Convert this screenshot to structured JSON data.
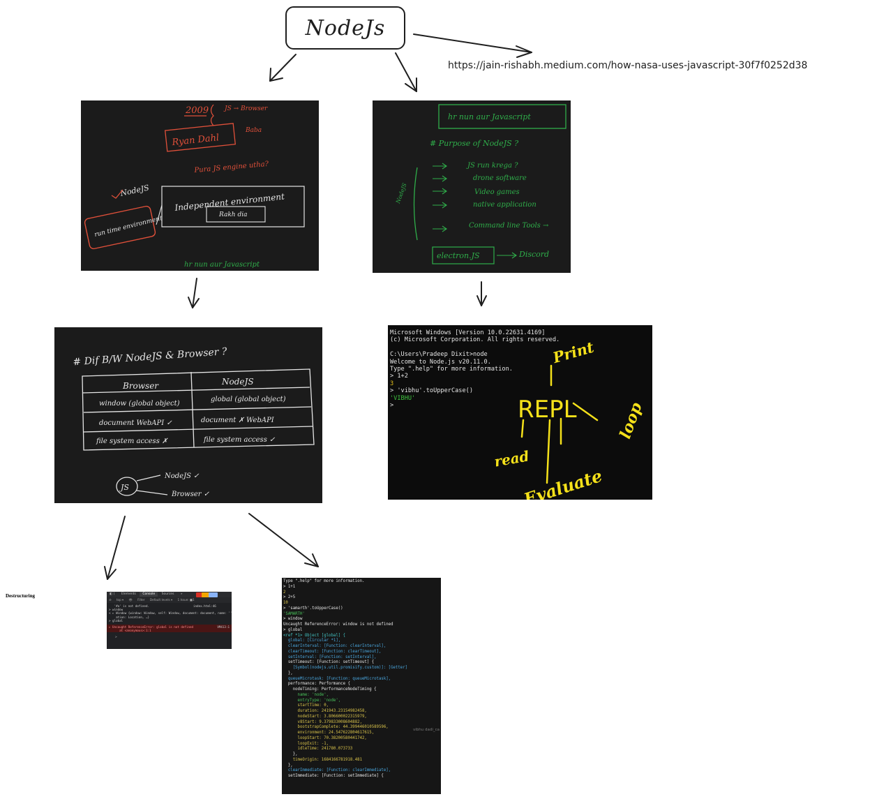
{
  "root": {
    "title": "NodeJs"
  },
  "link": {
    "url": "https://jain-rishabh.medium.com/how-nasa-uses-javascript-30f7f0252d38"
  },
  "panel_history": {
    "year": "2009",
    "js_browser": "JS → Browser",
    "ryan": "Ryan Dahl",
    "baba": "Baba",
    "engine": "Pura JS engine utha?",
    "nodejs": "NodeJS",
    "independent": "Independent environment",
    "rakh_dia": "Rakh dia",
    "runtime": "run time environment",
    "bottom": "hr nun aur Javascript"
  },
  "panel_purpose": {
    "top": "hr nun aur Javascript",
    "title": "# Purpose of NodeJS ?",
    "items": [
      "JS run krega ?",
      "drone software",
      "Video games",
      "native application",
      "Command line Tools →"
    ],
    "side": "NodeJS",
    "electron": "electron.JS",
    "discord": "Discord"
  },
  "panel_diff": {
    "title": "# Dif B/W NodeJS & Browser ?",
    "headers": [
      "Browser",
      "NodeJS"
    ],
    "rows": [
      [
        "window (global object)",
        "global (global object)"
      ],
      [
        "document WebAPI ✓",
        "document ✗ WebAPI"
      ],
      [
        "file system access ✗",
        "file system access ✓"
      ]
    ],
    "js": "JS",
    "js_targets": [
      "NodeJS ✓",
      "Browser ✓"
    ]
  },
  "panel_repl": {
    "lines": [
      "Microsoft Windows [Version 10.0.22631.4169]",
      "(c) Microsoft Corporation. All rights reserved.",
      "",
      "C:\\Users\\Pradeep Dixit>node",
      "Welcome to Node.js v20.11.0.",
      "Type \".help\" for more information.",
      "> 1+2"
    ],
    "result_1": "3",
    "cmd_2": "> 'vibhu'.toUpperCase()",
    "result_2": "'VIBHU'",
    "prompt": ">",
    "annotations": {
      "repl": "REPL",
      "read": "read",
      "evaluate": "Evaluate",
      "print": "Print",
      "loop": "loop"
    }
  },
  "panel_global": {
    "side_note": "vibhu dadi_ca",
    "lines": [
      {
        "t": "Type \".help\" for more information.",
        "c": ""
      },
      {
        "t": "> 1+1",
        "c": ""
      },
      {
        "t": "2",
        "c": "c-y"
      },
      {
        "t": "> 2+5",
        "c": ""
      },
      {
        "t": "10",
        "c": "c-y"
      },
      {
        "t": "> 'samarth'.toUpperCase()",
        "c": ""
      },
      {
        "t": "'SAMARTH'",
        "c": "c-g"
      },
      {
        "t": "> window",
        "c": ""
      },
      {
        "t": "Uncaught ReferenceError: window is not defined",
        "c": ""
      },
      {
        "t": "> global",
        "c": ""
      },
      {
        "t": "<ref *1> Object [global] {",
        "c": "c-c"
      },
      {
        "t": "  global: [Circular *1],",
        "c": "c-b"
      },
      {
        "t": "  clearInterval: [Function: clearInterval],",
        "c": "c-b"
      },
      {
        "t": "  clearTimeout: [Function: clearTimeout],",
        "c": "c-b"
      },
      {
        "t": "  setInterval: [Function: setInterval],",
        "c": "c-b"
      },
      {
        "t": "  setTimeout: [Function: setTimeout] {",
        "c": ""
      },
      {
        "t": "    [Symbol(nodejs.util.promisify.custom)]: [Getter]",
        "c": "c-b"
      },
      {
        "t": "  },",
        "c": ""
      },
      {
        "t": "  queueMicrotask: [Function: queueMicrotask],",
        "c": "c-b"
      },
      {
        "t": "  performance: Performance {",
        "c": ""
      },
      {
        "t": "    nodeTiming: PerformanceNodeTiming {",
        "c": ""
      },
      {
        "t": "      name: 'node',",
        "c": "c-g"
      },
      {
        "t": "      entryType: 'node',",
        "c": "c-g"
      },
      {
        "t": "      startTime: 0,",
        "c": "c-y"
      },
      {
        "t": "      duration: 241943.23154982458,",
        "c": "c-y"
      },
      {
        "t": "      nodeStart: 3.806600022315979,",
        "c": "c-y"
      },
      {
        "t": "      v8Start: 9.379833008604882,",
        "c": "c-y"
      },
      {
        "t": "      bootstrapComplete: 44.399446010589596,",
        "c": "c-y"
      },
      {
        "t": "      environment: 24.547622804617615,",
        "c": "c-y"
      },
      {
        "t": "      loopStart: 70.38200580441742,",
        "c": "c-y"
      },
      {
        "t": "      loopExit: -1,",
        "c": "c-y"
      },
      {
        "t": "      idleTime: 241780.073733",
        "c": "c-y"
      },
      {
        "t": "    },",
        "c": ""
      },
      {
        "t": "    timeOrigin: 1684166781918.481",
        "c": "c-y"
      },
      {
        "t": "  },",
        "c": ""
      },
      {
        "t": "  clearImmediate: [Function: clearImmediate],",
        "c": "c-b"
      },
      {
        "t": "  setImmediate: [Function: setImmediate] {",
        "c": ""
      }
    ]
  },
  "devtools": {
    "label": "Destructuring",
    "tabs": [
      "◧ ⟨",
      "Elements",
      "Console",
      "Sources",
      "»"
    ],
    "toolbar": [
      "⊘",
      "top ▾",
      "👁",
      "Filter",
      "Default levels ▾",
      "1 Issue: ■1"
    ],
    "console_lines": [
      "   '#a' is not defined.                         index.html:46",
      "> window",
      "< ▸ Window {window: Window, self: Window, document: document, name: '', loc",
      "    ation: Location, …}",
      "> global"
    ],
    "error": "▸ Uncaught ReferenceError: global is not defined\n      at <anonymous>:1:1",
    "error_src": "VM413:1",
    "prompt": ">"
  }
}
